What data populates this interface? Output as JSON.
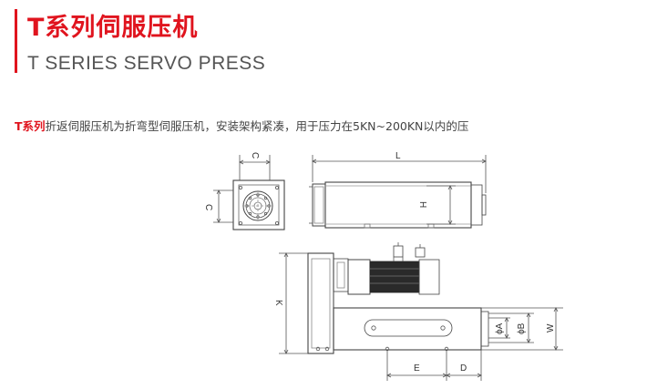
{
  "header": {
    "title_cn": "T系列伺服压机",
    "title_en": "T SERIES SERVO PRESS",
    "accent_color": "#e0141e"
  },
  "description": {
    "highlight": "T系列",
    "text": "折返伺服压机为折弯型伺服压机，安装架构紧凑，用于压力在5KN~200KN以内的压"
  },
  "drawing": {
    "labels": {
      "c_top": "C",
      "c_left": "C",
      "l": "L",
      "h": "H",
      "k": "K",
      "phi_a": "ϕA",
      "phi_b": "ϕB",
      "w": "W",
      "e": "E",
      "d": "D"
    }
  }
}
